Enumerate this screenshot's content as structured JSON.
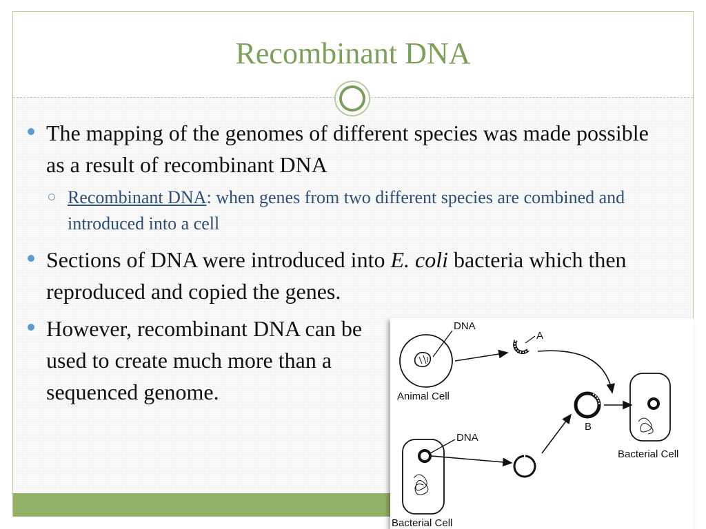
{
  "slide": {
    "title": "Recombinant DNA",
    "bullets": [
      {
        "text": "The mapping of the genomes of different species was made possible as a result of recombinant DNA"
      },
      {
        "term": "Recombinant DNA",
        "definition": ": when genes from two different species are combined and introduced into a cell"
      },
      {
        "pre": "Sections of DNA were introduced into ",
        "italic": "E. coli",
        "post": " bacteria which then reproduced and copied the genes."
      },
      {
        "text": "However, recombinant DNA can be used to create much more than a sequenced genome."
      }
    ]
  },
  "diagram": {
    "labels": {
      "dna_top": "DNA",
      "a": "A",
      "animal_cell": "Animal Cell",
      "dna_bottom": "DNA",
      "b": "B",
      "bacterial_cell_right": "Bacterial Cell",
      "bacterial_cell_bottom": "Bacterial Cell"
    }
  }
}
